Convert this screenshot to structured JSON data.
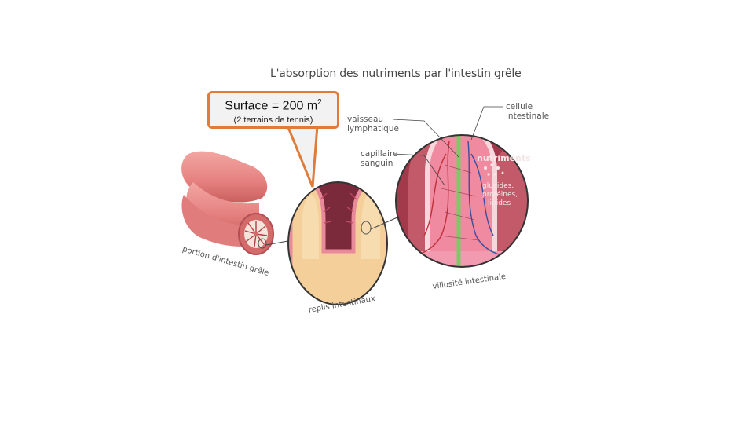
{
  "title": "L'absorption des nutriments par l'intestin grêle",
  "callout": {
    "main": "Surface = 200 m",
    "exponent": "2",
    "sub": "(2 terrains de tennis)",
    "border_color": "#e07b39"
  },
  "labels": {
    "vaisseau_line1": "vaisseau",
    "vaisseau_line2": "lymphatique",
    "capillaire_line1": "capillaire",
    "capillaire_line2": "sanguin",
    "cellule_line1": "cellule",
    "cellule_line2": "intestinale",
    "nutriments": "nutriments",
    "glucides": "glucides,",
    "proteines": "protéines,",
    "lipides": "lipides",
    "portion": "portion d'intestin grêle",
    "replis": "replis intestinaux",
    "villosite": "villosité intestinale"
  },
  "colors": {
    "intestine": "#e88a88",
    "mucosa_dark": "#7a2a3a",
    "villus_cream": "#f4cf9a",
    "villus_pink": "#f08aa0",
    "lymph_green": "#7fc86a",
    "blood_blue": "#3a4fa0",
    "blood_red": "#c0303a"
  }
}
